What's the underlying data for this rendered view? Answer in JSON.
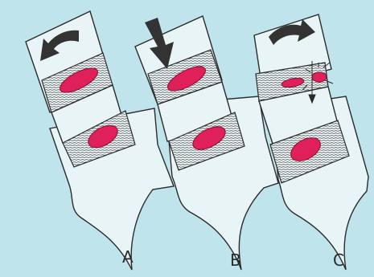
{
  "panels": [
    {
      "label": "A",
      "arrow": "curved-counterclockwise-arrow"
    },
    {
      "label": "B",
      "arrow": "straight-down-arrow"
    },
    {
      "label": "C",
      "arrow": "curved-clockwise-arrow"
    }
  ],
  "colors": {
    "background": "#bfe4ec",
    "tissue_fill": "#e8f4f6",
    "line": "#2b2b2b",
    "ligament_red": "#e0205a",
    "ligament_dark": "#8a0f2e",
    "arrow": "#333333"
  }
}
